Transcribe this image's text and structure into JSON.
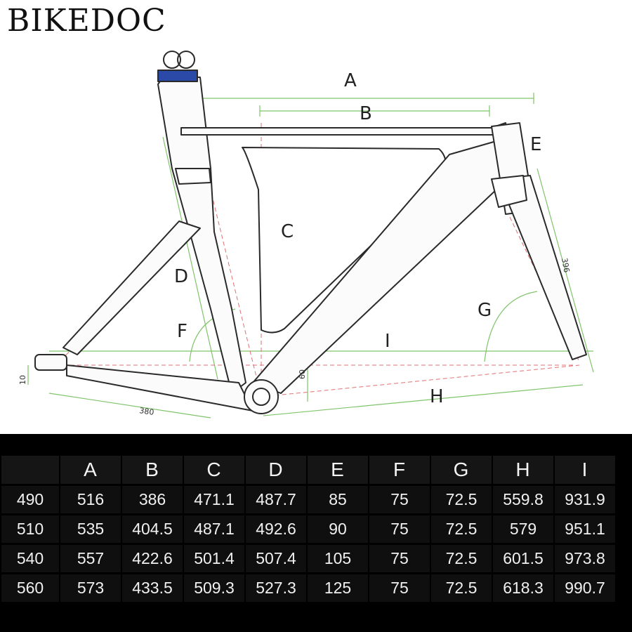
{
  "brand": "BIKEDOC",
  "diagram": {
    "labels": {
      "A": "A",
      "B": "B",
      "C": "C",
      "D": "D",
      "E": "E",
      "F": "F",
      "G": "G",
      "H": "H",
      "I": "I"
    },
    "dims": {
      "chainstay": "380",
      "fork": "396",
      "bb_drop": "60",
      "dropout": "10"
    },
    "colors": {
      "frame": "#2a2a2a",
      "green_dim": "#7fc46a",
      "red_dim": "#e07070",
      "blue": "#2b4aa8"
    }
  },
  "table": {
    "headers": [
      "",
      "A",
      "B",
      "C",
      "D",
      "E",
      "F",
      "G",
      "H",
      "I"
    ],
    "rows": [
      [
        "490",
        "516",
        "386",
        "471.1",
        "487.7",
        "85",
        "75",
        "72.5",
        "559.8",
        "931.9"
      ],
      [
        "510",
        "535",
        "404.5",
        "487.1",
        "492.6",
        "90",
        "75",
        "72.5",
        "579",
        "951.1"
      ],
      [
        "540",
        "557",
        "422.6",
        "501.4",
        "507.4",
        "105",
        "75",
        "72.5",
        "601.5",
        "973.8"
      ],
      [
        "560",
        "573",
        "433.5",
        "509.3",
        "527.3",
        "125",
        "75",
        "72.5",
        "618.3",
        "990.7"
      ]
    ]
  }
}
